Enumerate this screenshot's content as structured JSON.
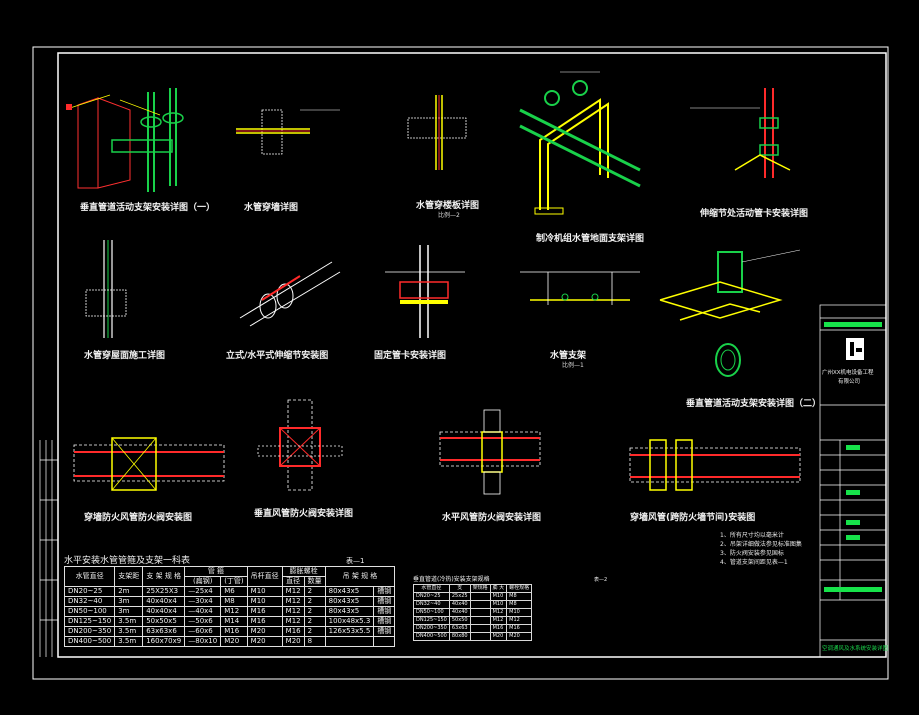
{
  "drawing_titles": {
    "vertical_support_1": "垂直管道活动支架安装详图（一）",
    "water_wall_sleeve": "水管穿墙详图",
    "water_floor_sleeve": "水管穿楼板详图",
    "chiller_support": "制冷机组水管地面支架详图",
    "joint_support": "伸缩节处活动管卡安装详图",
    "water_roof": "水管穿屋面施工详图",
    "expansion_joint": "立式/水平式伸缩节安装图",
    "fixed_clamp": "固定管卡安装详图",
    "water_support": "水管支架",
    "vertical_support_2": "垂直管道活动支架安装详图（二）",
    "wall_fire_damper": "穿墙防火风管防火阀安装图",
    "vertical_duct_fire": "垂直风管防火阀安装详图",
    "horizontal_duct_fire": "水平风管防火阀安装详图",
    "wall_fire_valve": "穿墙风管(跨防火墙节间)安装图"
  },
  "sub_labels": {
    "floor": "比例—2",
    "support": "比例—1"
  },
  "table1": {
    "title": "水平安装水管管箍及支架一科表",
    "label": "表—1",
    "headers_top": [
      "水管直径",
      "支架距",
      "支 架 规 格",
      "管 箍",
      "吊杆直径",
      "膨胀螺栓",
      "吊 架 规 格"
    ],
    "headers_sub": [
      "(扁钢)",
      "(丁管)",
      "直径",
      "数量"
    ],
    "rows": [
      [
        "DN20~25",
        "2m",
        "25X25X3",
        "—25x4",
        "M6",
        "M10",
        "M12",
        "2",
        "80x43x5",
        "槽钢"
      ],
      [
        "DN32~40",
        "3m",
        "40x40x4",
        "—30x4",
        "M8",
        "M10",
        "M12",
        "2",
        "80x43x5",
        "槽钢"
      ],
      [
        "DN50~100",
        "3m",
        "40x40x4",
        "—40x4",
        "M12",
        "M16",
        "M12",
        "2",
        "80x43x5",
        "槽钢"
      ],
      [
        "DN125~150",
        "3.5m",
        "50x50x5",
        "—50x6",
        "M14",
        "M16",
        "M12",
        "2",
        "100x48x5.3",
        "槽钢"
      ],
      [
        "DN200~350",
        "3.5m",
        "63x63x6",
        "—60x6",
        "M16",
        "M20",
        "M16",
        "2",
        "126x53x5.5",
        "槽钢"
      ],
      [
        "DN400~500",
        "3.5m",
        "160x70x9",
        "—80x10",
        "M20",
        "M20",
        "M20",
        "8",
        "",
        ""
      ]
    ]
  },
  "table2": {
    "title": "垂直管道(冷热)安装支架规格",
    "label": "表—2",
    "headers": [
      "水管直径",
      "支",
      "架规格",
      "膨 大",
      "螺栓规格"
    ],
    "rows": [
      [
        "DN20~25",
        "25x25",
        "",
        "M10",
        "M8"
      ],
      [
        "DN32~40",
        "40x40",
        "",
        "M10",
        "M8"
      ],
      [
        "DN50~100",
        "40x40",
        "",
        "M12",
        "M10"
      ],
      [
        "DN125~150",
        "50x50",
        "",
        "M12",
        "M12"
      ],
      [
        "DN200~350",
        "63x63",
        "",
        "M16",
        "M16"
      ],
      [
        "DN400~500",
        "80x80",
        "",
        "M20",
        "M20"
      ]
    ]
  },
  "notes": [
    "1、所有尺寸均以毫米计",
    "2、吊架详细做法参见标准图集",
    "3、防火阀安装参见国标",
    "4、管道支架间距见表—1"
  ],
  "title_block": {
    "company": "广州XX机电设备工程",
    "company2": "有限公司",
    "drawing_name": "空调通风及水系统安装详图"
  },
  "colors": {
    "green": "#19d14a",
    "red": "#ff2a2a",
    "yellow": "#ffff00",
    "cyan": "#00ffff",
    "white": "#ffffff"
  }
}
